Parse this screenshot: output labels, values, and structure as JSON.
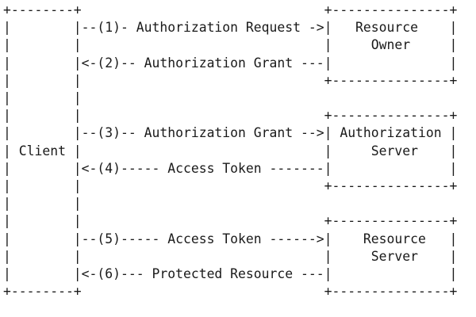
{
  "diagram": {
    "lines": [
      "+--------+                               +---------------+",
      "|        |--(1)- Authorization Request ->|   Resource    |",
      "|        |                               |     Owner     |",
      "|        |<-(2)-- Authorization Grant ---|               |",
      "|        |                               +---------------+",
      "|        |",
      "|        |                               +---------------+",
      "|        |--(3)-- Authorization Grant -->| Authorization |",
      "| Client |                               |     Server    |",
      "|        |<-(4)----- Access Token -------|               |",
      "|        |                               +---------------+",
      "|        |",
      "|        |                               +---------------+",
      "|        |--(5)----- Access Token ------>|    Resource   |",
      "|        |                               |     Server    |",
      "|        |<-(6)--- Protected Resource ---|               |",
      "+--------+                               +---------------+"
    ]
  }
}
